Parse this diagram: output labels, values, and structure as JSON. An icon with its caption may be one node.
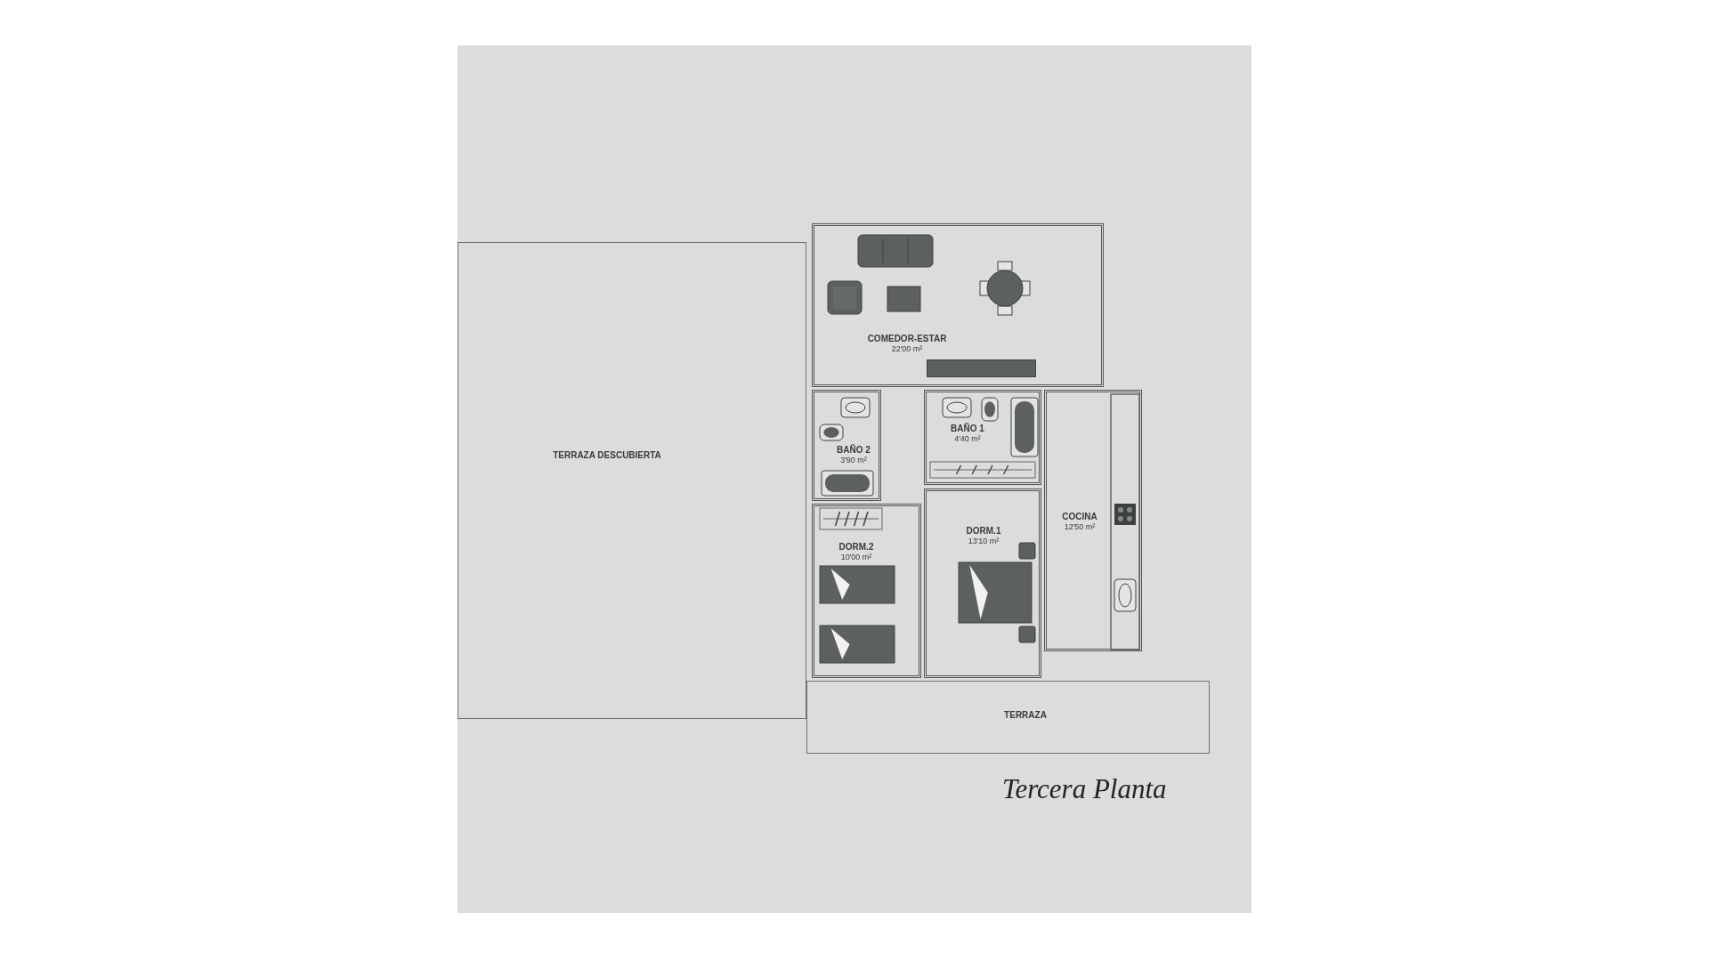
{
  "diagram": {
    "caption": "Tercera Planta",
    "nodes": [
      {
        "text": [
          "COMEDOR-ESTAR",
          "22'00 m²"
        ]
      },
      {
        "text": [
          "TERRAZA DESCUBIERTA"
        ]
      },
      {
        "text": [
          "BAÑO 1",
          "4'40 m²"
        ]
      },
      {
        "text": [
          "BAÑO 2",
          "3'90 m²"
        ]
      },
      {
        "text": [
          "COCINA",
          "12'50 m²"
        ]
      },
      {
        "text": [
          "DORM.1",
          "13'10 m²"
        ]
      },
      {
        "text": [
          "DORM.2",
          "10'00 m²"
        ]
      },
      {
        "text": [
          "TERRAZA"
        ]
      },
      {
        "text": [],
        "shape": "bar",
        "in": 0
      }
    ]
  }
}
